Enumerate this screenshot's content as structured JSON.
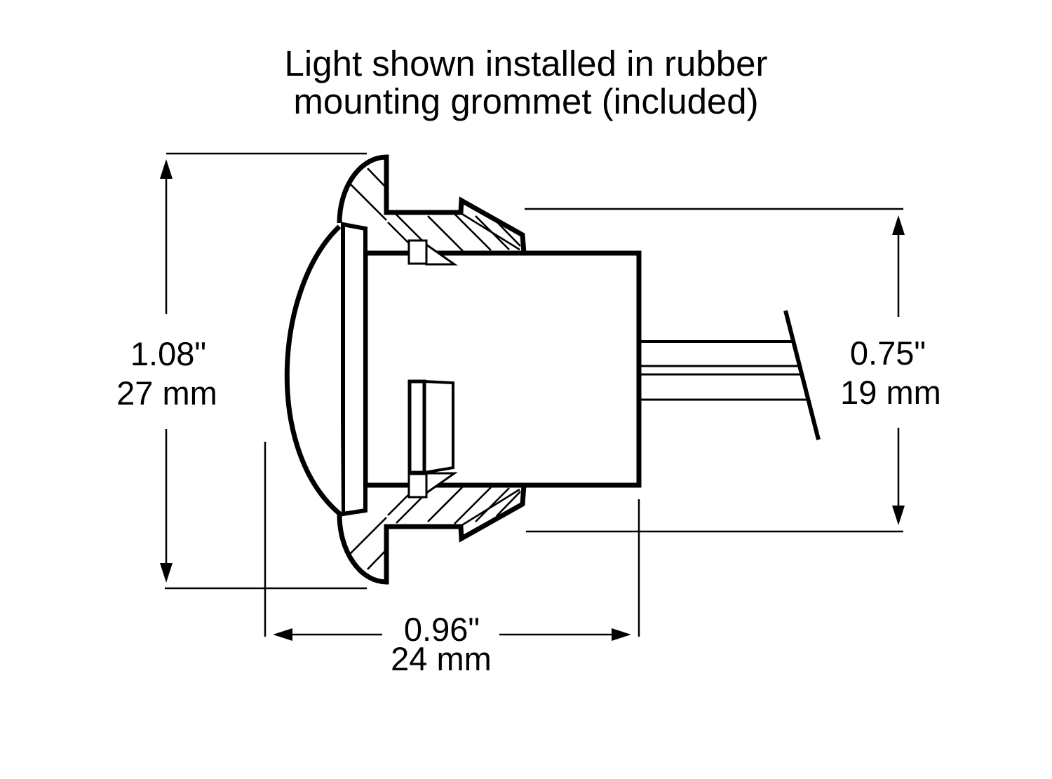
{
  "title": {
    "line1": "Light shown installed in rubber",
    "line2": "mounting grommet (included)"
  },
  "dimensions": {
    "overall_height": {
      "inches": "1.08\"",
      "millimeters": "27 mm"
    },
    "body_height": {
      "inches": "0.75\"",
      "millimeters": "19 mm"
    },
    "depth": {
      "inches": "0.96\"",
      "millimeters": "24 mm"
    }
  },
  "colors": {
    "line": "#000000",
    "background": "#ffffff"
  }
}
